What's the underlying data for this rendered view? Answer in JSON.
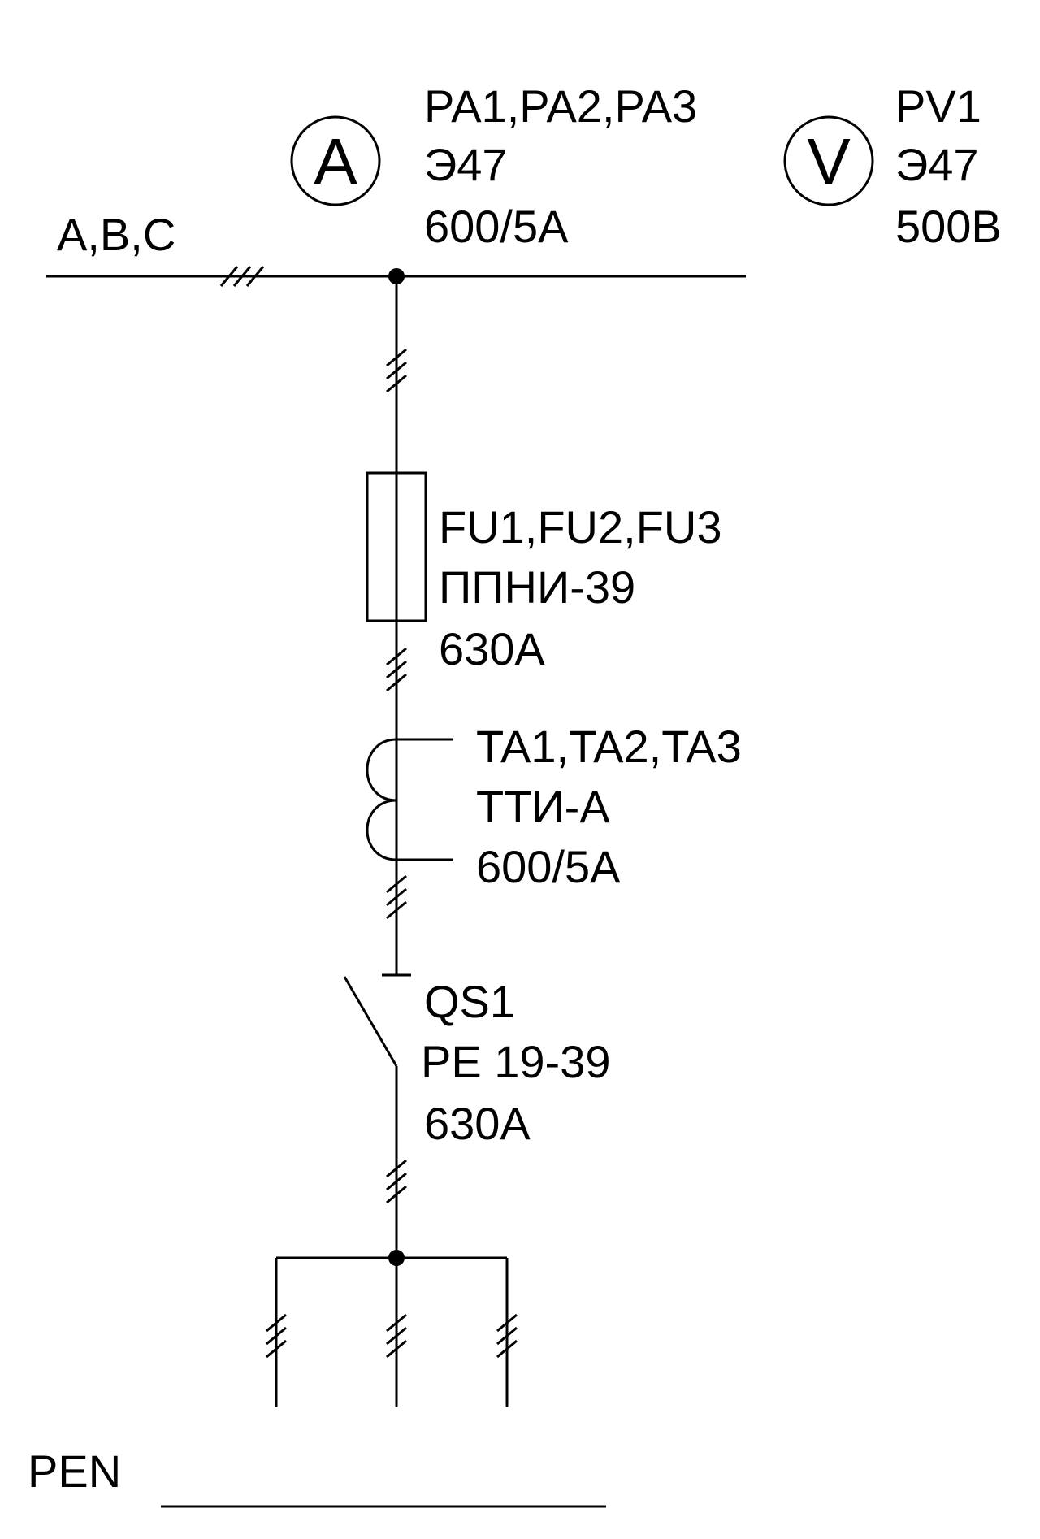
{
  "diagram": {
    "bus": {
      "label": "A,B,C"
    },
    "ammeter": {
      "symbol": "A",
      "designation": "PA1,PA2,PA3",
      "type": "Э47",
      "rating": "600/5А"
    },
    "voltmeter": {
      "symbol": "V",
      "designation": "PV1",
      "type": "Э47",
      "rating": "500В"
    },
    "fuse": {
      "designation": "FU1,FU2,FU3",
      "type": "ППНИ-39",
      "rating": "630А"
    },
    "current_transformer": {
      "designation": "TA1,TA2,TA3",
      "type": "ТТИ-А",
      "rating": "600/5А"
    },
    "switch": {
      "designation": "QS1",
      "type": "РЕ 19-39",
      "rating": "630А"
    },
    "pen": {
      "label": "PEN"
    }
  }
}
